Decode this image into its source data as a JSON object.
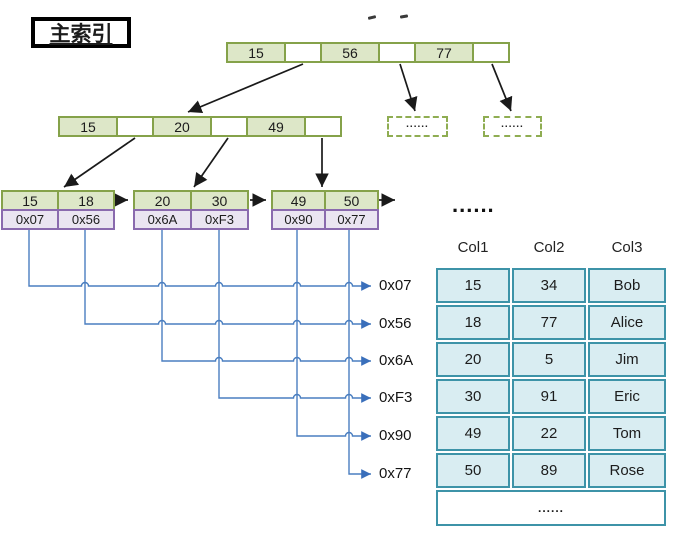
{
  "title": {
    "label": "主索引"
  },
  "tree": {
    "root_node": {
      "keys": [
        "15",
        "56",
        "77"
      ]
    },
    "level2_node": {
      "keys": [
        "15",
        "20",
        "49"
      ]
    },
    "leaf_nodes": [
      {
        "keys": [
          "15",
          "18"
        ],
        "pointers": [
          "0x07",
          "0x56"
        ]
      },
      {
        "keys": [
          "20",
          "30"
        ],
        "pointers": [
          "0x6A",
          "0xF3"
        ]
      },
      {
        "keys": [
          "49",
          "50"
        ],
        "pointers": [
          "0x90",
          "0x77"
        ]
      }
    ],
    "dashed_nodes": [
      {
        "label": "......"
      },
      {
        "label": "......"
      }
    ],
    "leaf_chain_ellipsis": "......"
  },
  "row_pointers": {
    "labels": [
      "0x07",
      "0x56",
      "0x6A",
      "0xF3",
      "0x90",
      "0x77"
    ]
  },
  "table": {
    "headers": [
      "Col1",
      "Col2",
      "Col3"
    ],
    "rows": [
      [
        "15",
        "34",
        "Bob"
      ],
      [
        "18",
        "77",
        "Alice"
      ],
      [
        "20",
        "5",
        "Jim"
      ],
      [
        "30",
        "91",
        "Eric"
      ],
      [
        "49",
        "22",
        "Tom"
      ],
      [
        "50",
        "89",
        "Rose"
      ]
    ],
    "ellipsis_row": "......"
  },
  "colors": {
    "node_green_fill": "#dde7c8",
    "node_green_border": "#85a24a",
    "pointer_purple_fill": "#eae5f1",
    "pointer_purple_border": "#8a6aae",
    "table_fill": "#d9edf2",
    "table_border": "#3d93a8",
    "wire_blue": "#4a7ec0",
    "arrow_black": "#1a1a1a"
  }
}
